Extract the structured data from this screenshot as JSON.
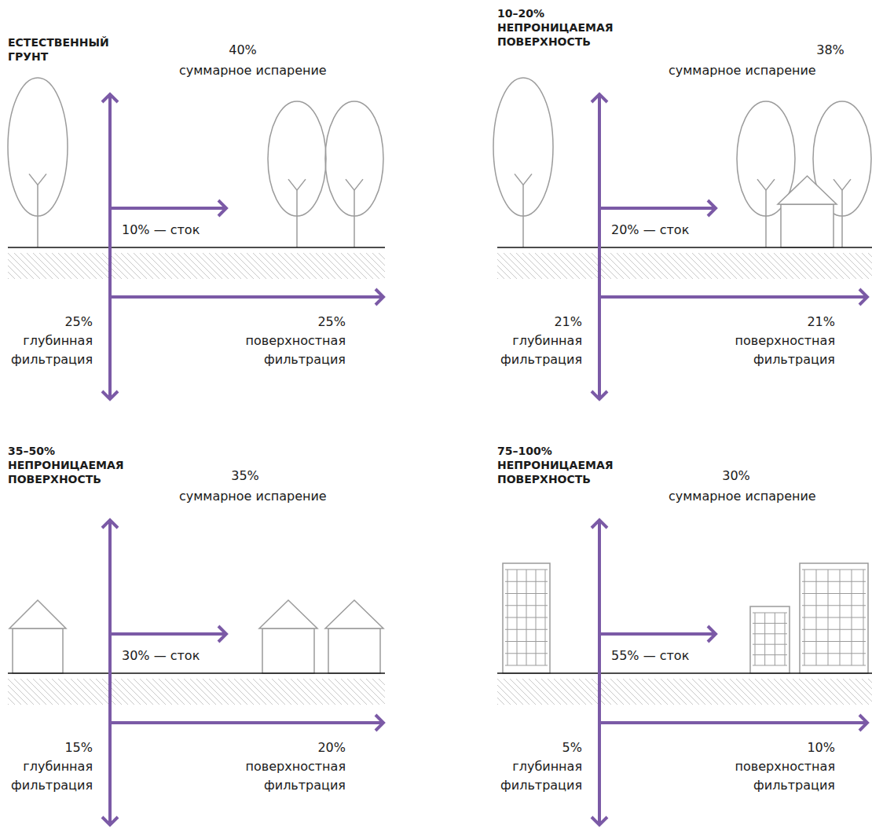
{
  "diagram": {
    "labels": [
      "ЕСТЕСТВЕННЫЙ ГРУНТ",
      "40%",
      "суммарное испарение",
      "10% — сток",
      "25%",
      "глубинная фильтрация",
      "25%",
      "поверхностная фильтрация",
      "10–20% НЕПРОНИЦАЕМАЯ ПОВЕРХНОСТЬ",
      "38%",
      "суммарное испарение",
      "20% — сток",
      "21%",
      "глубинная фильтрация",
      "21%",
      "поверхностная фильтрация",
      "35–50% НЕПРОНИЦАЕМАЯ ПОВЕРХНОСТЬ",
      "35%",
      "суммарное испарение",
      "30% — сток",
      "15%",
      "глубинная фильтрация",
      "20%",
      "поверхностная фильтрация",
      "75–100% НЕПРОНИЦАЕМАЯ ПОВЕРХНОСТЬ",
      "30%",
      "суммарное испарение",
      "55% — сток",
      "5%",
      "глубинная фильтрация",
      "10%",
      "поверхностная фильтрация"
    ]
  }
}
